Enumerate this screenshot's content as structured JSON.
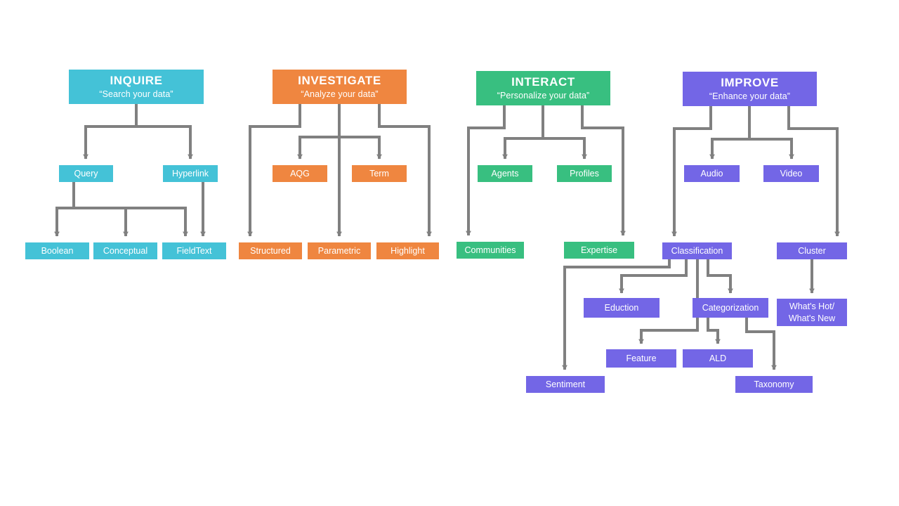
{
  "diagram": {
    "title_note": "Four-branch capability taxonomy diagram",
    "palette": {
      "teal": "#44c2d7",
      "orange": "#ef8640",
      "green": "#38bf80",
      "purple": "#7366e6",
      "connector": "#808080",
      "background": "#ffffff",
      "text": "#ffffff"
    },
    "branches": [
      {
        "key": "inquire",
        "title": "INQUIRE",
        "subtitle": "“Search your data”",
        "color": "#44c2d7",
        "nodes": [
          {
            "id": "query",
            "label": "Query"
          },
          {
            "id": "hyperlink",
            "label": "Hyperlink"
          },
          {
            "id": "boolean",
            "label": "Boolean"
          },
          {
            "id": "conceptual",
            "label": "Conceptual"
          },
          {
            "id": "fieldtext",
            "label": "FieldText"
          }
        ]
      },
      {
        "key": "investigate",
        "title": "INVESTIGATE",
        "subtitle": "“Analyze your data”",
        "color": "#ef8640",
        "nodes": [
          {
            "id": "aqg",
            "label": "AQG"
          },
          {
            "id": "term",
            "label": "Term"
          },
          {
            "id": "structured",
            "label": "Structured"
          },
          {
            "id": "parametric",
            "label": "Parametric"
          },
          {
            "id": "highlight",
            "label": "Highlight"
          }
        ]
      },
      {
        "key": "interact",
        "title": "INTERACT",
        "subtitle": "“Personalize your data”",
        "color": "#38bf80",
        "nodes": [
          {
            "id": "agents",
            "label": "Agents"
          },
          {
            "id": "profiles",
            "label": "Profiles"
          },
          {
            "id": "communities",
            "label": "Communities"
          },
          {
            "id": "expertise",
            "label": "Expertise"
          }
        ]
      },
      {
        "key": "improve",
        "title": "IMPROVE",
        "subtitle": "“Enhance your data”",
        "color": "#7366e6",
        "nodes": [
          {
            "id": "audio",
            "label": "Audio"
          },
          {
            "id": "video",
            "label": "Video"
          },
          {
            "id": "classification",
            "label": "Classification"
          },
          {
            "id": "cluster",
            "label": "Cluster"
          },
          {
            "id": "eduction",
            "label": "Eduction"
          },
          {
            "id": "categorization",
            "label": "Categorization"
          },
          {
            "id": "whatshot",
            "label": "What's Hot/\nWhat's New",
            "line1": "What's Hot/",
            "line2": "What's New"
          },
          {
            "id": "feature",
            "label": "Feature"
          },
          {
            "id": "ald",
            "label": "ALD"
          },
          {
            "id": "sentiment",
            "label": "Sentiment"
          },
          {
            "id": "taxonomy",
            "label": "Taxonomy"
          }
        ]
      }
    ],
    "edges": [
      {
        "from": "inquire",
        "to": "query"
      },
      {
        "from": "inquire",
        "to": "hyperlink"
      },
      {
        "from": "query",
        "to": "boolean"
      },
      {
        "from": "query",
        "to": "conceptual"
      },
      {
        "from": "query",
        "to": "fieldtext"
      },
      {
        "from": "hyperlink",
        "to": "fieldtext"
      },
      {
        "from": "investigate",
        "to": "aqg"
      },
      {
        "from": "investigate",
        "to": "term"
      },
      {
        "from": "investigate",
        "to": "structured"
      },
      {
        "from": "investigate",
        "to": "parametric"
      },
      {
        "from": "investigate",
        "to": "highlight"
      },
      {
        "from": "interact",
        "to": "agents"
      },
      {
        "from": "interact",
        "to": "profiles"
      },
      {
        "from": "interact",
        "to": "communities"
      },
      {
        "from": "interact",
        "to": "expertise"
      },
      {
        "from": "improve",
        "to": "audio"
      },
      {
        "from": "improve",
        "to": "video"
      },
      {
        "from": "improve",
        "to": "classification"
      },
      {
        "from": "improve",
        "to": "cluster"
      },
      {
        "from": "classification",
        "to": "eduction"
      },
      {
        "from": "classification",
        "to": "categorization"
      },
      {
        "from": "classification",
        "to": "feature"
      },
      {
        "from": "classification",
        "to": "sentiment"
      },
      {
        "from": "categorization",
        "to": "ald"
      },
      {
        "from": "categorization",
        "to": "taxonomy"
      },
      {
        "from": "cluster",
        "to": "whatshot"
      }
    ]
  }
}
